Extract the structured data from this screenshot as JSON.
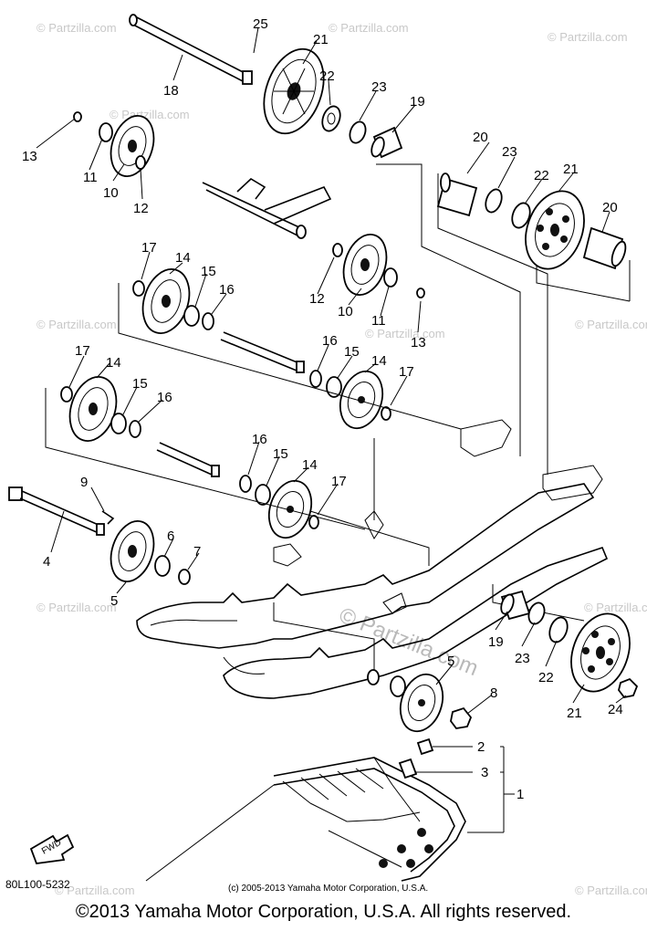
{
  "diagram": {
    "part_numbers": [
      "25",
      "21",
      "22",
      "23",
      "19",
      "18",
      "13",
      "11",
      "10",
      "12",
      "20",
      "23",
      "22",
      "21",
      "20",
      "17",
      "14",
      "15",
      "16",
      "12",
      "10",
      "11",
      "13",
      "17",
      "14",
      "15",
      "16",
      "16",
      "15",
      "14",
      "17",
      "16",
      "15",
      "14",
      "17",
      "9",
      "4",
      "6",
      "7",
      "5",
      "19",
      "23",
      "22",
      "21",
      "24",
      "5",
      "8",
      "2",
      "3",
      "1"
    ],
    "diagram_code": "80L100-5232",
    "fwd_label": "FWD",
    "small_credit": "(c) 2005-2013 Yamaha Motor Corporation, U.S.A.",
    "watermark": "© Partzilla.com",
    "watermark_big": "© Partzilla.com"
  },
  "footer": {
    "copyright": "©2013 Yamaha Motor Corporation, U.S.A. All rights reserved."
  }
}
